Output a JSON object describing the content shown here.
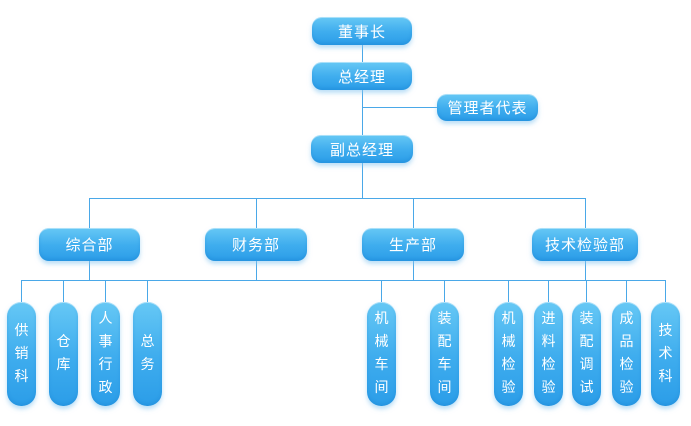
{
  "org_chart": {
    "type": "org-hierarchy",
    "nodes": {
      "chairman": "董事长",
      "general_manager": "总经理",
      "management_representative": "管理者代表",
      "deputy_general_manager": "副总经理"
    },
    "departments": [
      {
        "label": "综合部",
        "units": [
          "供销科",
          "仓库",
          "人事行政",
          "总务"
        ]
      },
      {
        "label": "财务部",
        "units": []
      },
      {
        "label": "生产部",
        "units": [
          "机械车间",
          "装配车间"
        ]
      },
      {
        "label": "技术检验部",
        "units": [
          "机械检验",
          "进料检验",
          "装配调试",
          "成品检验",
          "技术科"
        ]
      }
    ],
    "colors": {
      "box_gradient_top": "#66C8F5",
      "box_gradient_bottom": "#2B9DE8",
      "connector_line": "#4AA8E8",
      "text": "#FFFFFF",
      "background": "#FFFFFF"
    }
  }
}
